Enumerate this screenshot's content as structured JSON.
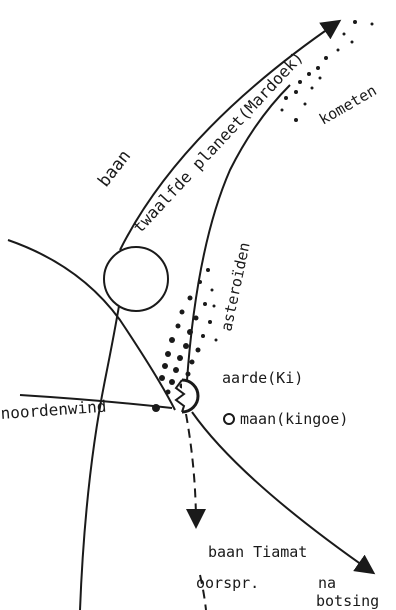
{
  "labels": {
    "baan_twaalfde_1": "baan",
    "baan_twaalfde_2": "twaalfde planeet(Mardoek)",
    "kometen": "kometen",
    "asteroiden": "asteroïden",
    "aarde": "aarde(Ki)",
    "maan": "maan(kingoe)",
    "noordenwind": "noordenwind",
    "baan_tiamat_1": "baan Tiamat",
    "baan_tiamat_2": "oorspr.",
    "na": "na",
    "botsing": "botsing"
  },
  "colors": {
    "ink": "#1a1a1a",
    "background": "#ffffff"
  }
}
